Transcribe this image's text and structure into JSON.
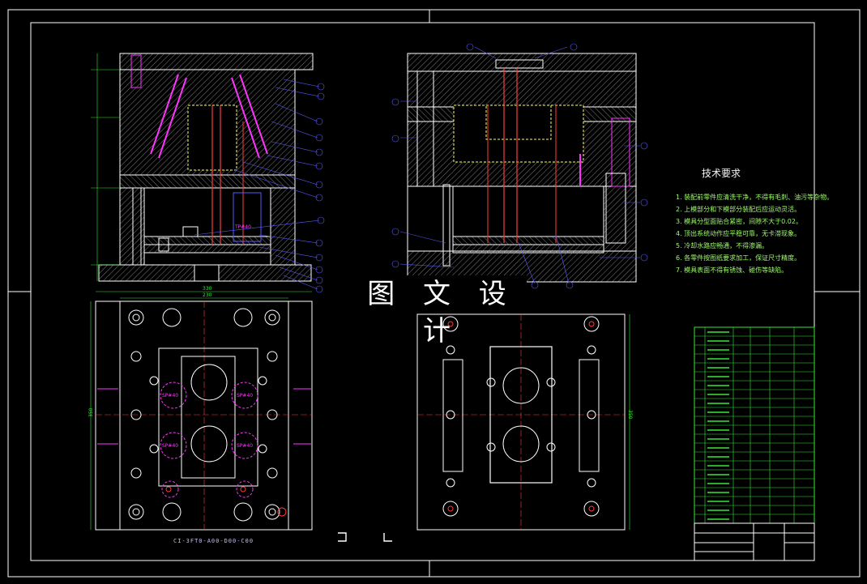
{
  "watermark": "图 文 设 计",
  "notes": {
    "title": "技术要求",
    "lines": [
      "1. 装配前零件应清洗干净，不得有毛刺、油污等杂物。",
      "2. 上模部分和下模部分装配后应运动灵活。",
      "3. 模具分型面贴合紧密，间隙不大于0.02。",
      "4. 顶出系统动作应平稳可靠，无卡滞现象。",
      "5. 冷却水路应畅通，不得渗漏。",
      "6. 各零件按图纸要求加工，保证尺寸精度。",
      "7. 模具表面不得有锈蚀、碰伤等缺陷。"
    ]
  },
  "part_code": "CI-3FT0-A00-D00-C00",
  "dims": {
    "width_outer": "330",
    "width_inner": "230",
    "height_plan": "350"
  },
  "colors": {
    "frame": "#ffffff",
    "outline": "#ffffff",
    "hatch": "#9a9a9a",
    "magenta": "#ff33ff",
    "red": "#ff3a3a",
    "green": "#35e835",
    "cyan": "#66ffff",
    "blue": "#5a5aff",
    "yellow": "#ffff66"
  }
}
